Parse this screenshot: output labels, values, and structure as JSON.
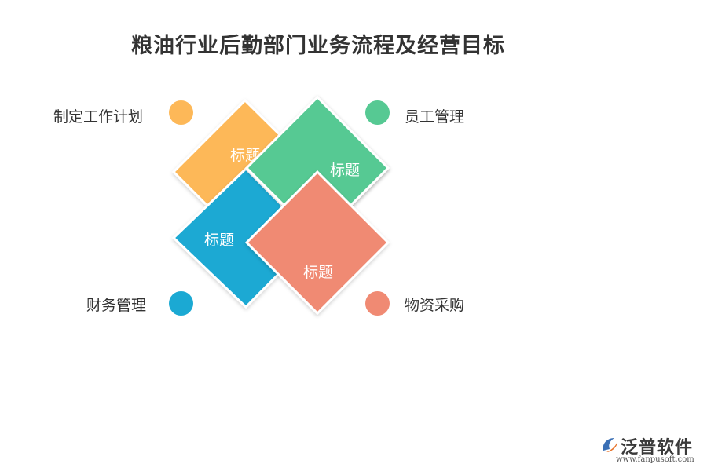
{
  "title": "粮油行业后勤部门业务流程及经营目标",
  "tiles": [
    {
      "id": "top-left",
      "label": "标题",
      "color": "#FDB858",
      "legend": "制定工作计划"
    },
    {
      "id": "top-right",
      "label": "标题",
      "color": "#56C993",
      "legend": "员工管理"
    },
    {
      "id": "bottom-left",
      "label": "标题",
      "color": "#1BA9D3",
      "legend": "财务管理"
    },
    {
      "id": "bottom-right",
      "label": "标题",
      "color": "#F08A73",
      "legend": "物资采购"
    }
  ],
  "logo": {
    "text": "泛普软件",
    "url": "www.fanpusoft.com"
  }
}
